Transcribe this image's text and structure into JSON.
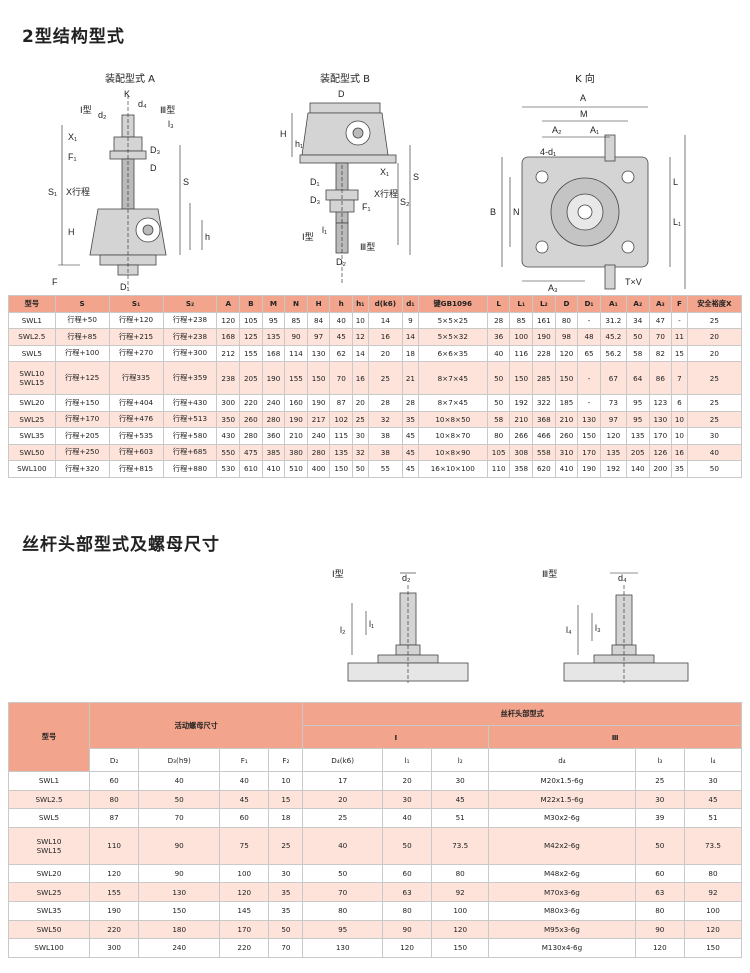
{
  "section1_title": "2型结构型式",
  "drawing_captions": {
    "a": "装配型式 A",
    "b": "装配型式 B",
    "k": "K 向"
  },
  "drawing_labels": {
    "a": {
      "k": "K",
      "type1": "Ⅰ型",
      "type3": "Ⅲ型",
      "d2": "d₂",
      "d4": "d₄",
      "x1": "X₁",
      "f1": "F₁",
      "d3": "D₃",
      "d": "D",
      "s": "S",
      "xs": "X行程",
      "s1": "S₁",
      "h": "H",
      "h_small": "h",
      "f": "F",
      "d1": "D₁",
      "l3": "l₃"
    },
    "b": {
      "d": "D",
      "h": "H",
      "h1": "h₁",
      "d1": "D₁",
      "d3": "D₃",
      "f1": "F₁",
      "x1": "X₁",
      "xs": "X行程",
      "s2": "S₂",
      "s": "S",
      "type1": "Ⅰ型",
      "type3": "Ⅲ型",
      "d2": "D₂",
      "l1": "l₁"
    },
    "k": {
      "a": "A",
      "m": "M",
      "a2": "A₂",
      "a1": "A₁",
      "holes": "4-d₁",
      "b": "B",
      "n": "N",
      "l": "L",
      "l1": "L₁",
      "a3": "A₃",
      "txv": "T×V"
    }
  },
  "table1": {
    "headers": [
      "型号",
      "S",
      "S₁",
      "S₂",
      "A",
      "B",
      "M",
      "N",
      "H",
      "h",
      "h₁",
      "d(k6)",
      "d₁",
      "键GB1096",
      "L",
      "L₁",
      "L₂",
      "D",
      "D₁",
      "A₁",
      "A₂",
      "A₃",
      "F",
      "安全裕度X"
    ],
    "rows": [
      [
        "SWL1",
        "行程+50",
        "行程+120",
        "行程+238",
        "120",
        "105",
        "95",
        "85",
        "84",
        "40",
        "10",
        "14",
        "9",
        "5×5×25",
        "28",
        "85",
        "161",
        "80",
        "-",
        "31.2",
        "34",
        "47",
        "-",
        "25"
      ],
      [
        "SWL2.5",
        "行程+85",
        "行程+215",
        "行程+238",
        "168",
        "125",
        "135",
        "90",
        "97",
        "45",
        "12",
        "16",
        "14",
        "5×5×32",
        "36",
        "100",
        "190",
        "98",
        "48",
        "45.2",
        "50",
        "70",
        "11",
        "20"
      ],
      [
        "SWL5",
        "行程+100",
        "行程+270",
        "行程+300",
        "212",
        "155",
        "168",
        "114",
        "130",
        "62",
        "14",
        "20",
        "18",
        "6×6×35",
        "40",
        "116",
        "228",
        "120",
        "65",
        "56.2",
        "58",
        "82",
        "15",
        "20"
      ],
      [
        "SWL10/SWL15",
        "行程+125",
        "行程335",
        "行程+359",
        "238",
        "205",
        "190",
        "155",
        "150",
        "70",
        "16",
        "25",
        "21",
        "8×7×45",
        "50",
        "150",
        "285",
        "150",
        "-",
        "67",
        "64",
        "86",
        "7",
        "25"
      ],
      [
        "SWL20",
        "行程+150",
        "行程+404",
        "行程+430",
        "300",
        "220",
        "240",
        "160",
        "190",
        "87",
        "20",
        "28",
        "28",
        "8×7×45",
        "50",
        "192",
        "322",
        "185",
        "-",
        "73",
        "95",
        "123",
        "6",
        "25"
      ],
      [
        "SWL25",
        "行程+170",
        "行程+476",
        "行程+513",
        "350",
        "260",
        "280",
        "190",
        "217",
        "102",
        "25",
        "32",
        "35",
        "10×8×50",
        "58",
        "210",
        "368",
        "210",
        "130",
        "97",
        "95",
        "130",
        "10",
        "25"
      ],
      [
        "SWL35",
        "行程+205",
        "行程+535",
        "行程+580",
        "430",
        "280",
        "360",
        "210",
        "240",
        "115",
        "30",
        "38",
        "45",
        "10×8×70",
        "80",
        "266",
        "466",
        "260",
        "150",
        "120",
        "135",
        "170",
        "10",
        "30"
      ],
      [
        "SWL50",
        "行程+250",
        "行程+603",
        "行程+685",
        "550",
        "475",
        "385",
        "380",
        "280",
        "135",
        "32",
        "38",
        "45",
        "10×8×90",
        "105",
        "308",
        "558",
        "310",
        "170",
        "135",
        "205",
        "126",
        "16",
        "40"
      ],
      [
        "SWL100",
        "行程+320",
        "行程+815",
        "行程+880",
        "530",
        "610",
        "410",
        "510",
        "400",
        "150",
        "50",
        "55",
        "45",
        "16×10×100",
        "110",
        "358",
        "620",
        "410",
        "190",
        "192",
        "140",
        "200",
        "35",
        "50"
      ]
    ]
  },
  "section2_title": "丝杆头部型式及螺母尺寸",
  "detail_labels": {
    "type1": "Ⅰ型",
    "type3": "Ⅲ型",
    "d2": "d₂",
    "d4": "d₄",
    "l1": "l₁",
    "l2": "l₂",
    "l3": "l₃",
    "l4": "l₄"
  },
  "table2": {
    "group_headers": {
      "model": "型号",
      "nut": "活动螺母尺寸",
      "head": "丝杆头部型式",
      "type1": "Ⅰ",
      "type3": "Ⅲ"
    },
    "sub_headers": [
      "D₂",
      "D₃(h9)",
      "F₁",
      "F₂",
      "D₄(k6)",
      "l₁",
      "l₂",
      "d₄",
      "l₃",
      "l₄"
    ],
    "rows": [
      [
        "SWL1",
        "60",
        "40",
        "40",
        "10",
        "17",
        "20",
        "30",
        "M20x1.5-6g",
        "25",
        "30"
      ],
      [
        "SWL2.5",
        "80",
        "50",
        "45",
        "15",
        "20",
        "30",
        "45",
        "M22x1.5-6g",
        "30",
        "45"
      ],
      [
        "SWL5",
        "87",
        "70",
        "60",
        "18",
        "25",
        "40",
        "51",
        "M30x2-6g",
        "39",
        "51"
      ],
      [
        "SWL10/SWL15",
        "110",
        "90",
        "75",
        "25",
        "40",
        "50",
        "73.5",
        "M42x2-6g",
        "50",
        "73.5"
      ],
      [
        "SWL20",
        "120",
        "90",
        "100",
        "30",
        "50",
        "60",
        "80",
        "M48x2-6g",
        "60",
        "80"
      ],
      [
        "SWL25",
        "155",
        "130",
        "120",
        "35",
        "70",
        "63",
        "92",
        "M70x3-6g",
        "63",
        "92"
      ],
      [
        "SWL35",
        "190",
        "150",
        "145",
        "35",
        "80",
        "80",
        "100",
        "M80x3-6g",
        "80",
        "100"
      ],
      [
        "SWL50",
        "220",
        "180",
        "170",
        "50",
        "95",
        "90",
        "120",
        "M95x3-6g",
        "90",
        "120"
      ],
      [
        "SWL100",
        "300",
        "240",
        "220",
        "70",
        "130",
        "120",
        "150",
        "M130x4-6g",
        "120",
        "150"
      ]
    ]
  },
  "colors": {
    "header": "#f2a48c",
    "stripe": "#fde3da",
    "drawing_fill": "#d4d4d4",
    "drawing_stroke": "#444444"
  }
}
